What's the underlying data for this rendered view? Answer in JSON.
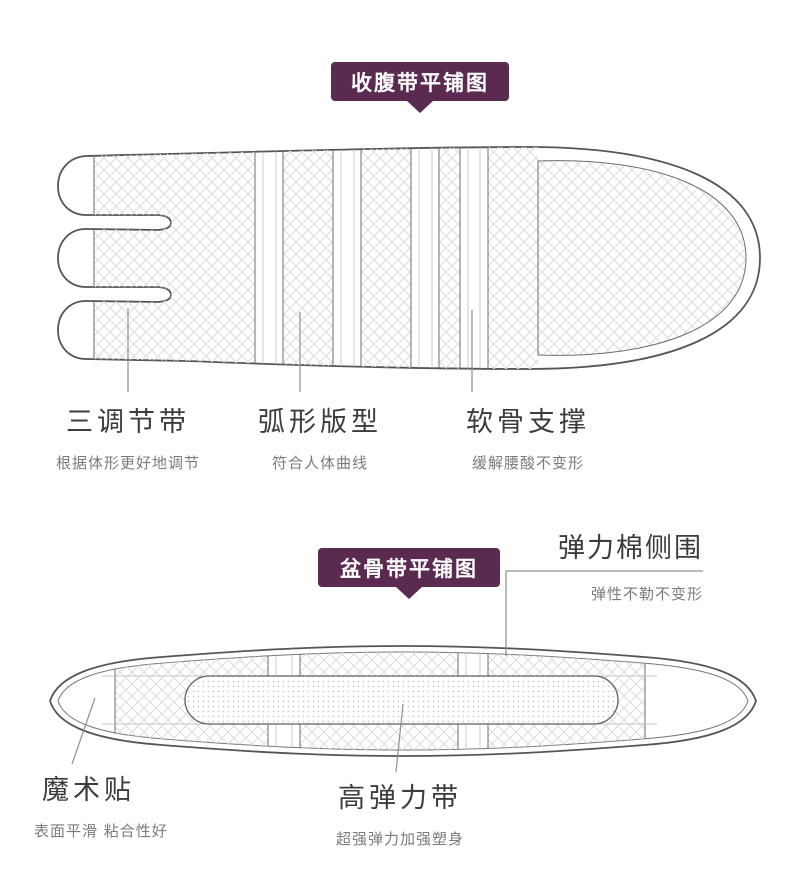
{
  "colors": {
    "badge_bg": "#5a2a50",
    "title_text": "#3c3c3c",
    "subtitle_text": "#7b7b7b",
    "outline": "#555555",
    "hatch": "#dcdcdc",
    "leader": "#8f8f8f"
  },
  "top_section": {
    "badge_label": "收腹带平铺图",
    "features": [
      {
        "title": "三调节带",
        "subtitle": "根据体形更好地调节"
      },
      {
        "title": "弧形版型",
        "subtitle": "符合人体曲线"
      },
      {
        "title": "软骨支撑",
        "subtitle": "缓解腰酸不变形"
      }
    ]
  },
  "bottom_section": {
    "badge_label": "盆骨带平铺图",
    "side_callout": {
      "title": "弹力棉侧围",
      "subtitle": "弹性不勒不变形"
    },
    "velcro": {
      "title": "魔术贴",
      "subtitle": "表面平滑 粘合性好"
    },
    "elastic": {
      "title": "高弹力带",
      "subtitle": "超强弹力加强塑身"
    }
  }
}
